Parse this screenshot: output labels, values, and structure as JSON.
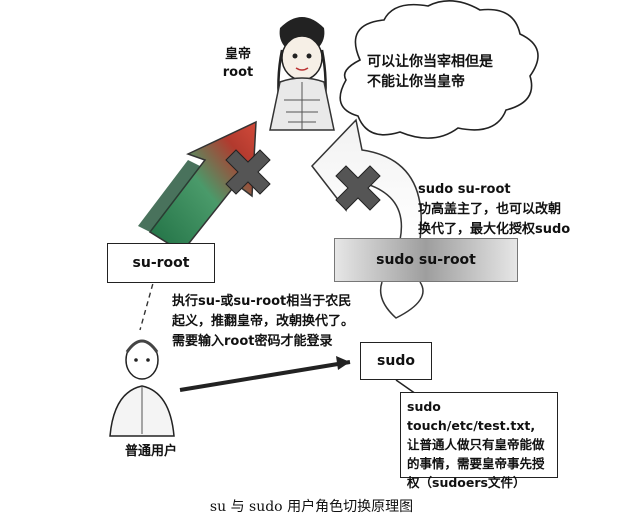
{
  "emperor": {
    "title": "皇帝",
    "account": "root"
  },
  "speech_cloud": {
    "line1": "可以让你当宰相但是",
    "line2": "不能让你当皇帝"
  },
  "boxes": {
    "su_root": "su-root",
    "sudo_su_root": "sudo su-root",
    "sudo": "sudo"
  },
  "sudo_su_root_note": {
    "line1": "sudo su-root",
    "line2": "功高盖主了，也可以改朝",
    "line3": "换代了，最大化授权sudo"
  },
  "su_note": {
    "line1": "执行su-或su-root相当于农民",
    "line2": "起义，推翻皇帝，改朝换代了。",
    "line3": "需要输入root密码才能登录"
  },
  "sudo_cmd_note": {
    "line1": "sudo touch/etc/test.txt,",
    "line2": "让普通人做只有皇帝能做",
    "line3": "的事情，需要皇帝事先授",
    "line4": "权（sudoers文件）"
  },
  "user": {
    "label": "普通用户"
  },
  "caption": "su 与 sudo 用户角色切换原理图",
  "colors": {
    "arrow_green": "#2f8a56",
    "arrow_red": "#c0392b",
    "cross_fill": "#555555",
    "ink": "#111111"
  }
}
